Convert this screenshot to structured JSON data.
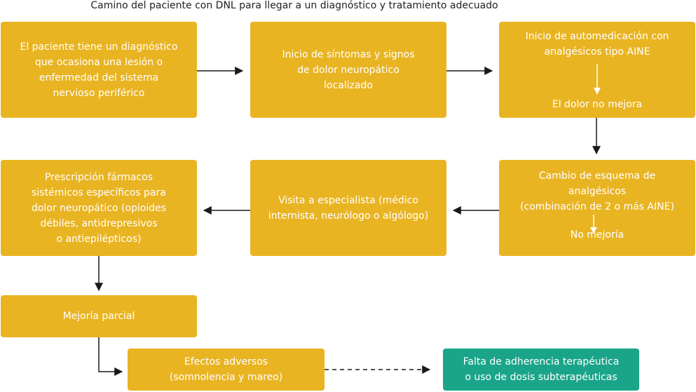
{
  "diagram": {
    "title": "Camino del paciente con DNL para llegar a un diagnóstico y tratamiento adecuado",
    "colors": {
      "box": "#E9B422",
      "highlight": "#1AA58A",
      "text": "#FFFFFF",
      "arrow": "#1A1A1A"
    },
    "nodes": {
      "diagnosis": "El paciente tiene un diagnóstico\nque ocasiona una lesión o\nenfermedad del sistema\nnervioso periférico",
      "symptoms": "Inicio de síntomas y signos\nde dolor neuropático\nlocalizado",
      "self_medication": {
        "top": "Inicio de automedicación con\nanalgésicos tipo AINE",
        "bottom": "El dolor no mejora"
      },
      "scheme_change": {
        "top": "Cambio de esquema de\nanalgésicos\n(combinación de 2 o más AINE)",
        "bottom": "No mejoría"
      },
      "specialist": "Visita a especialista (médico\ninternista, neurólogo o algólogo)",
      "prescription": "Prescripción fármacos\nsistémicos específicos para\ndolor neuropático (opioides\ndébiles, antidrepresivos\no antiepilépticos)",
      "partial": "Mejoría parcial",
      "adverse": "Efectos adversos\n(somnolencia y mareo)",
      "adherence": "Falta de adherencia terapéutica\no uso de dosis subterapéuticas"
    }
  }
}
